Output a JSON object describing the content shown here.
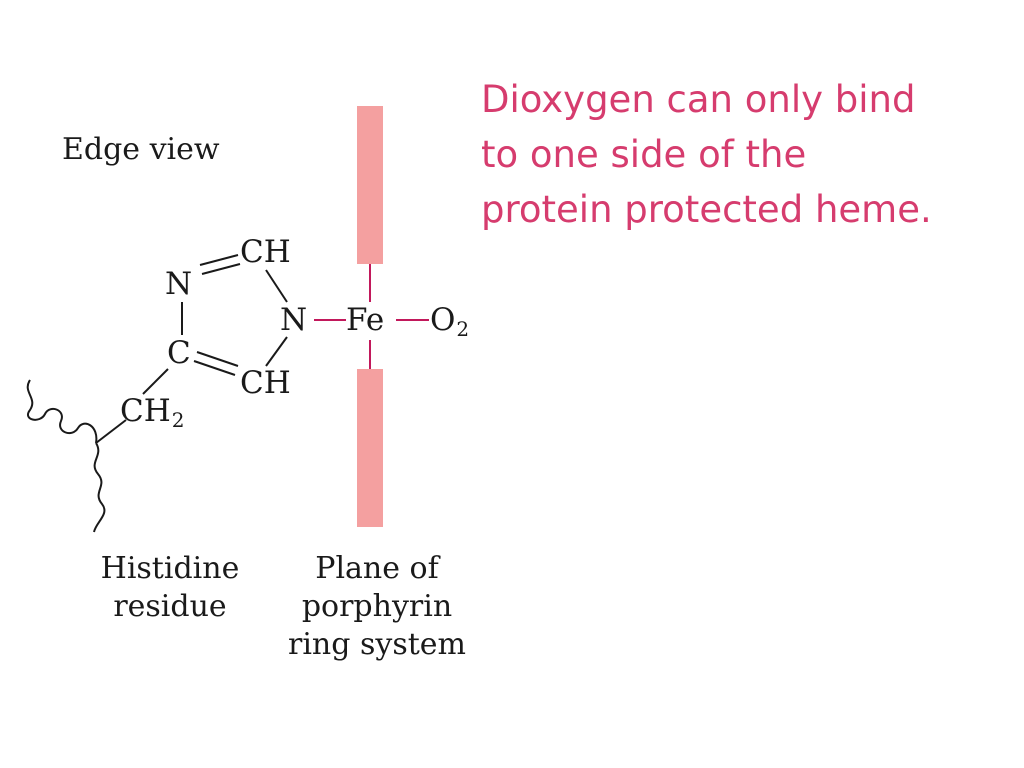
{
  "labels": {
    "edge_view": "Edge view",
    "histidine": [
      "Histidine",
      "residue"
    ],
    "plane": [
      "Plane of",
      "porphyrin",
      "ring system"
    ]
  },
  "atoms": {
    "n_top": "N",
    "ch_top": "CH",
    "n_link": "N",
    "fe": "Fe",
    "o2": "O",
    "o2_sub": "2",
    "c": "C",
    "ch_bottom": "CH",
    "ch2": "CH",
    "ch2_sub": "2"
  },
  "note": [
    "Dioxygen can only bind",
    "to one side of the",
    "protein protected heme."
  ],
  "colors": {
    "porphyrin_plane": "#f4a0a0",
    "fe_bonds": "#c2185b",
    "note_text": "#d63c6e",
    "text": "#1a1a1a"
  }
}
